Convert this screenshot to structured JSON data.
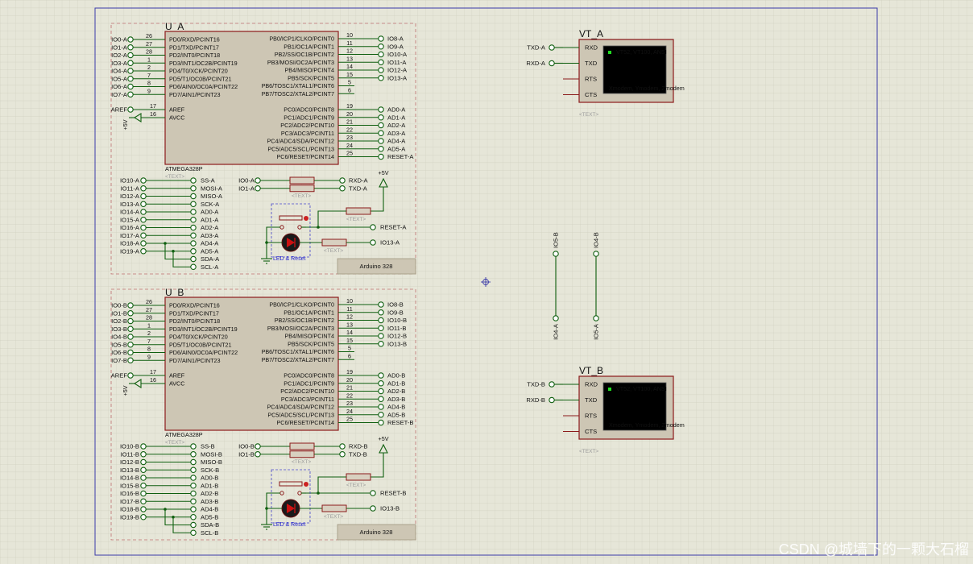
{
  "palette": {
    "grid": "#c9c9b8",
    "chip_fill": "#cdc6b4",
    "chip_stroke": "#8b1a1a",
    "wire": "#0f5f0f",
    "frame": "#3a3aa8",
    "terminal_screen": "#000000",
    "terminal_green": "#22dd22",
    "terminal_text": "#ffff44"
  },
  "u_a": {
    "title": "U_A",
    "left_pins": [
      {
        "num": "26",
        "name": "PD0/RXD/PCINT16",
        "net": "IO0-A"
      },
      {
        "num": "27",
        "name": "PD1/TXD/PCINT17",
        "net": "IO1-A"
      },
      {
        "num": "28",
        "name": "PD2/INT0/PCINT18",
        "net": "IO2-A"
      },
      {
        "num": "1",
        "name": "PD3/INT1/OC2B/PCINT19",
        "net": "IO3-A"
      },
      {
        "num": "2",
        "name": "PD4/T0/XCK/PCINT20",
        "net": "IO4-A"
      },
      {
        "num": "7",
        "name": "PD5/T1/OC0B/PCINT21",
        "net": "IO5-A"
      },
      {
        "num": "8",
        "name": "PD6/AIN0/OC0A/PCINT22",
        "net": "IO6-A"
      },
      {
        "num": "9",
        "name": "PD7/AIN1/PCINT23",
        "net": "IO7-A"
      }
    ],
    "left_pins2": [
      {
        "num": "17",
        "name": "AREF",
        "net": "AREF"
      },
      {
        "num": "16",
        "name": "AVCC",
        "net": ""
      }
    ],
    "right_pins": [
      {
        "num": "10",
        "name": "PB0/ICP1/CLKO/PCINT0",
        "net": "IO8-A"
      },
      {
        "num": "11",
        "name": "PB1/OC1A/PCINT1",
        "net": "IO9-A"
      },
      {
        "num": "12",
        "name": "PB2/SS/OC1B/PCINT2",
        "net": "IO10-A"
      },
      {
        "num": "13",
        "name": "PB3/MOSI/OC2A/PCINT3",
        "net": "IO11-A"
      },
      {
        "num": "14",
        "name": "PB4/MISO/PCINT4",
        "net": "IO12-A"
      },
      {
        "num": "15",
        "name": "PB5/SCK/PCINT5",
        "net": "IO13-A"
      },
      {
        "num": "5",
        "name": "PB6/TOSC1/XTAL1/PCINT6",
        "net": ""
      },
      {
        "num": "6",
        "name": "PB7/TOSC2/XTAL2/PCINT7",
        "net": ""
      }
    ],
    "right_pins2": [
      {
        "num": "19",
        "name": "PC0/ADC0/PCINT8",
        "net": "AD0-A"
      },
      {
        "num": "20",
        "name": "PC1/ADC1/PCINT9",
        "net": "AD1-A"
      },
      {
        "num": "21",
        "name": "PC2/ADC2/PCINT10",
        "net": "AD2-A"
      },
      {
        "num": "22",
        "name": "PC3/ADC3/PCINT11",
        "net": "AD3-A"
      },
      {
        "num": "23",
        "name": "PC4/ADC4/SDA/PCINT12",
        "net": "AD4-A"
      },
      {
        "num": "24",
        "name": "PC5/ADC5/SCL/PCINT13",
        "net": "AD5-A"
      },
      {
        "num": "25",
        "name": "PC6/RESET/PCINT14",
        "net": "RESET-A"
      }
    ],
    "chip_name": "ATMEGA328P",
    "chip_text": "<TEXT>",
    "supply": "+5V",
    "header_left": [
      "IO10-A",
      "IO11-A",
      "IO12-A",
      "IO13-A",
      "IO14-A",
      "IO15-A",
      "IO16-A",
      "IO17-A",
      "IO18-A",
      "IO19-A"
    ],
    "header_right": [
      "SS-A",
      "MOSI-A",
      "MISO-A",
      "SCK-A",
      "AD0-A",
      "AD1-A",
      "AD2-A",
      "AD3-A",
      "AD4-A",
      "AD5-A",
      "SDA-A",
      "SCL-A"
    ],
    "res_left": [
      "IO0-A",
      "IO1-A"
    ],
    "res_right": [
      "RXD-A",
      "TXD-A"
    ],
    "res_text": "<TEXT>",
    "plus5v": "+5V",
    "reset_net": "RESET-A",
    "reset_text": "<TEXT>",
    "led_net": "IO13-A",
    "led_text": "<TEXT>",
    "led_label": "LED & Reset",
    "board_label": "Arduino 328"
  },
  "u_b": {
    "title": "U_B",
    "left_pins": [
      {
        "num": "26",
        "name": "PD0/RXD/PCINT16",
        "net": "IO0-B"
      },
      {
        "num": "27",
        "name": "PD1/TXD/PCINT17",
        "net": "IO1-B"
      },
      {
        "num": "28",
        "name": "PD2/INT0/PCINT18",
        "net": "IO2-B"
      },
      {
        "num": "1",
        "name": "PD3/INT1/OC2B/PCINT19",
        "net": "IO3-B"
      },
      {
        "num": "2",
        "name": "PD4/T0/XCK/PCINT20",
        "net": "IO4-B"
      },
      {
        "num": "7",
        "name": "PD5/T1/OC0B/PCINT21",
        "net": "IO5-B"
      },
      {
        "num": "8",
        "name": "PD6/AIN0/OC0A/PCINT22",
        "net": "IO6-B"
      },
      {
        "num": "9",
        "name": "PD7/AIN1/PCINT23",
        "net": "IO7-B"
      }
    ],
    "left_pins2": [
      {
        "num": "17",
        "name": "AREF",
        "net": "AREF"
      },
      {
        "num": "16",
        "name": "AVCC",
        "net": ""
      }
    ],
    "right_pins": [
      {
        "num": "10",
        "name": "PB0/ICP1/CLKO/PCINT0",
        "net": "IO8-B"
      },
      {
        "num": "11",
        "name": "PB1/OC1A/PCINT1",
        "net": "IO9-B"
      },
      {
        "num": "12",
        "name": "PB2/SS/OC1B/PCINT2",
        "net": "IO10-B"
      },
      {
        "num": "13",
        "name": "PB3/MOSI/OC2A/PCINT3",
        "net": "IO11-B"
      },
      {
        "num": "14",
        "name": "PB4/MISO/PCINT4",
        "net": "IO12-B"
      },
      {
        "num": "15",
        "name": "PB5/SCK/PCINT5",
        "net": "IO13-B"
      },
      {
        "num": "5",
        "name": "PB6/TOSC1/XTAL1/PCINT6",
        "net": ""
      },
      {
        "num": "6",
        "name": "PB7/TOSC2/XTAL2/PCINT7",
        "net": ""
      }
    ],
    "right_pins2": [
      {
        "num": "19",
        "name": "PC0/ADC0/PCINT8",
        "net": "AD0-B"
      },
      {
        "num": "20",
        "name": "PC1/ADC1/PCINT9",
        "net": "AD1-B"
      },
      {
        "num": "21",
        "name": "PC2/ADC2/PCINT10",
        "net": "AD2-B"
      },
      {
        "num": "22",
        "name": "PC3/ADC3/PCINT11",
        "net": "AD3-B"
      },
      {
        "num": "23",
        "name": "PC4/ADC4/SDA/PCINT12",
        "net": "AD4-B"
      },
      {
        "num": "24",
        "name": "PC5/ADC5/SCL/PCINT13",
        "net": "AD5-B"
      },
      {
        "num": "25",
        "name": "PC6/RESET/PCINT14",
        "net": "RESET-B"
      }
    ],
    "chip_name": "ATMEGA328P",
    "chip_text": "<TEXT>",
    "supply": "+5V",
    "header_left": [
      "IO10-B",
      "IO11-B",
      "IO12-B",
      "IO13-B",
      "IO14-B",
      "IO15-B",
      "IO16-B",
      "IO17-B",
      "IO18-B",
      "IO19-B"
    ],
    "header_right": [
      "SS-B",
      "MOSI-B",
      "MISO-B",
      "SCK-B",
      "AD0-B",
      "AD1-B",
      "AD2-B",
      "AD3-B",
      "AD4-B",
      "AD5-B",
      "SDA-B",
      "SCL-B"
    ],
    "res_left": [
      "IO0-B",
      "IO1-B"
    ],
    "res_right": [
      "RXD-B",
      "TXD-B"
    ],
    "res_text": "<TEXT>",
    "plus5v": "+5V",
    "reset_net": "RESET-B",
    "reset_text": "<TEXT>",
    "led_net": "IO13-B",
    "led_text": "<TEXT>",
    "led_label": "LED & Reset",
    "board_label": "Arduino 328"
  },
  "vt_a": {
    "title": "VT_A",
    "nets": [
      "TXD-A",
      "RXD-A"
    ],
    "pins": [
      "RXD",
      "TXD",
      "RTS",
      "CTS"
    ],
    "screen_header": "VT52, VT100, ANSI",
    "screen_footer": "Xmodem, Ymodem, Zmodem",
    "text": "<TEXT>"
  },
  "vt_b": {
    "title": "VT_B",
    "nets": [
      "TXD-B",
      "RXD-B"
    ],
    "pins": [
      "RXD",
      "TXD",
      "RTS",
      "CTS"
    ],
    "screen_header": "VT52, VT100, ANSI",
    "screen_footer": "Xmodem, Ymodem, Zmodem",
    "text": "<TEXT>"
  },
  "links": {
    "wire1_top": "IO5-B",
    "wire1_bottom": "IO4-A",
    "wire2_top": "IO4-B",
    "wire2_bottom": "IO5-A"
  },
  "watermark": "CSDN @城墙下的一颗大石榴"
}
